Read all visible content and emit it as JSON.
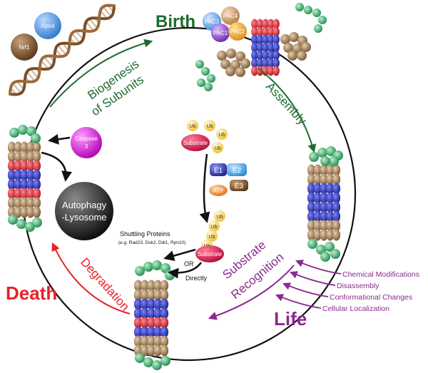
{
  "stages": {
    "birth": "Birth",
    "life": "Life",
    "death": "Death"
  },
  "arrows": {
    "biogenesis_line1": "Biogenesis",
    "biogenesis_line2": "of Subunits",
    "assembly": "Assembly",
    "recognition_line1": "Substrate",
    "recognition_line2": "Recognition",
    "degradation": "Degradation"
  },
  "factors": {
    "rpn4": "Rpn4",
    "nrf1": "Nrf1",
    "pac3": "PAC3",
    "pac4": "PAC4",
    "pac1": "PAC1",
    "pac2": "PAC2",
    "caspase_line1": "Caspase",
    "caspase_line2": "3"
  },
  "autophagy": {
    "line1": "Autophagy",
    "line2": "-Lysosome"
  },
  "ubiquitination": {
    "ub": "Ub",
    "substrate": "Substrate",
    "e1": "E1",
    "e2": "E2",
    "e3": "E3",
    "atp": "ATP"
  },
  "shuttling": {
    "title": "Shuttling Proteins",
    "examples": "(e.g. Rad23, Dsk2, Ddi1, Rpn10)",
    "or": "OR",
    "directly": "Directly"
  },
  "regulation": [
    "Chemical Modifications",
    "Disassembly",
    "Conformational Changes",
    "Cellular Localization"
  ],
  "colors": {
    "birth": "#1e6b2e",
    "life": "#8a2a8f",
    "death": "#e8202a",
    "green_ring": "#3aa66a",
    "brown_ring": "#9b7b55",
    "blue_ring": "#2a2fa0",
    "red_ring": "#e01b2a",
    "magenta": "#d21fd6"
  }
}
